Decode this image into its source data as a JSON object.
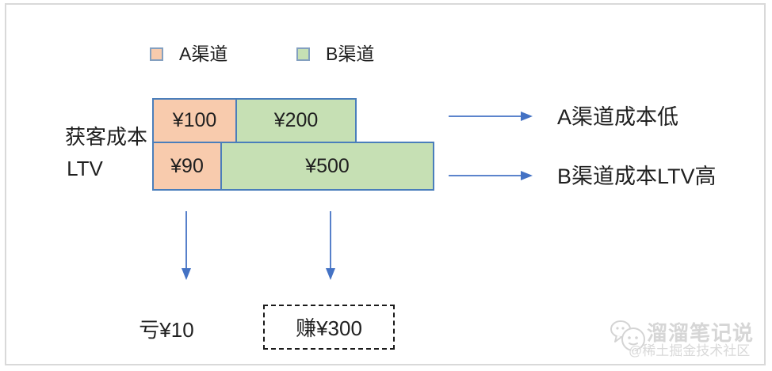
{
  "legend": {
    "items": [
      {
        "label": "A渠道",
        "color": "#F8CBAD"
      },
      {
        "label": "B渠道",
        "color": "#C6E0B4"
      }
    ]
  },
  "chart": {
    "rows": [
      {
        "label": "获客成本",
        "segments": [
          {
            "channel": "A渠道",
            "value": "¥100"
          },
          {
            "channel": "B渠道",
            "value": "¥200"
          }
        ]
      },
      {
        "label": "LTV",
        "segments": [
          {
            "channel": "A渠道",
            "value": "¥90"
          },
          {
            "channel": "B渠道",
            "value": "¥500"
          }
        ]
      }
    ]
  },
  "chart_data": {
    "type": "bar",
    "orientation": "horizontal",
    "stacked": true,
    "categories": [
      "获客成本",
      "LTV"
    ],
    "series": [
      {
        "name": "A渠道",
        "values": [
          100,
          90
        ],
        "color": "#F8CBAD"
      },
      {
        "name": "B渠道",
        "values": [
          200,
          500
        ],
        "color": "#C6E0B4"
      }
    ],
    "value_labels": [
      [
        "¥100",
        "¥200"
      ],
      [
        "¥90",
        "¥500"
      ]
    ],
    "legend_position": "top"
  },
  "conclusions": [
    {
      "text": "A渠道成本低"
    },
    {
      "text": "B渠道成本LTV高"
    }
  ],
  "outcomes": [
    {
      "text": "亏¥10",
      "boxed": false
    },
    {
      "text": "赚¥300",
      "boxed": true
    }
  ],
  "watermark": {
    "name": "溜溜笔记说",
    "community": "@稀土掘金技术社区"
  },
  "colors": {
    "channel_a_fill": "#F8CBAD",
    "channel_b_fill": "#C6E0B4",
    "bar_border": "#4A7EBB",
    "arrow": "#4472C4",
    "frame": "#d9d9d9"
  }
}
